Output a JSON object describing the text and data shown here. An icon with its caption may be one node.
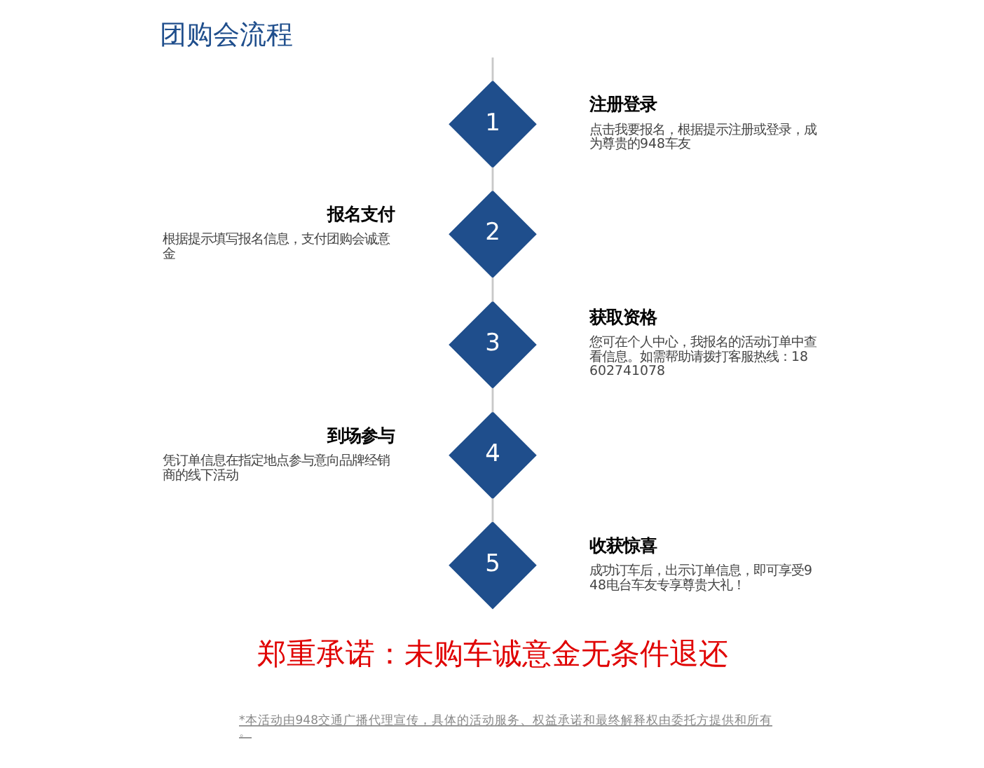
{
  "diagram": {
    "title": "团购会流程",
    "nodes": [
      {
        "text": [
          "1"
        ],
        "beside": [
          "注册登录",
          "点击我要报名，根据提示注册或登录，成为尊贵的948车友"
        ]
      },
      {
        "text": [
          "2"
        ],
        "beside": [
          "报名支付",
          "根据提示填写报名信息，支付团购会诚意金"
        ]
      },
      {
        "text": [
          "3"
        ],
        "beside": [
          "获取资格",
          "您可在个人中心，我报名的活动订单中查看信息。如需帮助请拨打客服热线：18602741078"
        ]
      },
      {
        "text": [
          "4"
        ],
        "beside": [
          "到场参与",
          "凭订单信息在指定地点参与意向品牌经销商的线下活动"
        ]
      },
      {
        "text": [
          "5"
        ],
        "beside": [
          "收获惊喜",
          "成功订车后，出示订单信息，即可享受948电台车友专享尊贵大礼！"
        ]
      }
    ],
    "edges": [
      {
        "from": null,
        "to": 0,
        "arrow": "none"
      },
      {
        "from": 0,
        "to": 1,
        "arrow": "none"
      },
      {
        "from": 1,
        "to": 2,
        "arrow": "none"
      },
      {
        "from": 2,
        "to": 3,
        "arrow": "none"
      },
      {
        "from": 3,
        "to": 4,
        "arrow": "none"
      }
    ],
    "labels": [
      "郑重承诺：未购车诚意金无条件退还",
      "*本活动由948交通广播代理宣传，具体的活动服务、权益承诺和最终解释权由委托方提供和所有。"
    ]
  }
}
